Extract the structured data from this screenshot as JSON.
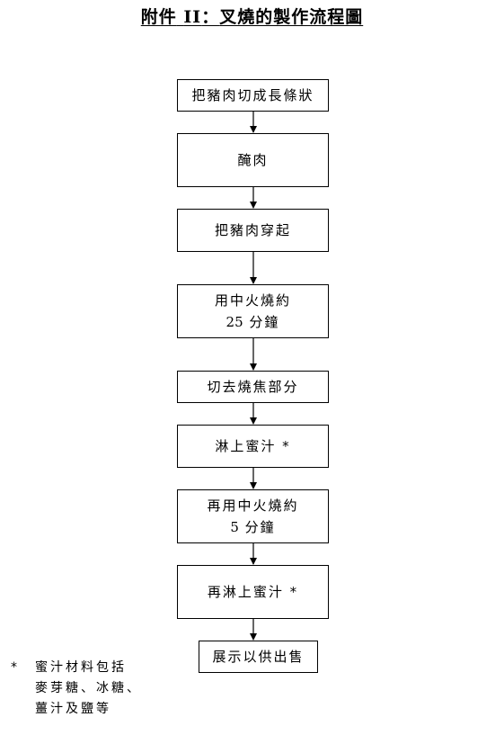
{
  "title": {
    "prefix": "附件",
    "roman": "II",
    "sep": "：",
    "main": "叉燒的製作流程圖"
  },
  "steps": [
    {
      "text": "把豬肉切成長條狀"
    },
    {
      "text": "醃肉"
    },
    {
      "text": "把豬肉穿起"
    },
    {
      "text": "用中火燒約",
      "num": "25",
      "unit": "分鐘"
    },
    {
      "text": "切去燒焦部分"
    },
    {
      "text": "淋上蜜汁",
      "mark": "*"
    },
    {
      "text": "再用中火燒約",
      "num": "5",
      "unit": "分鐘"
    },
    {
      "text": "再淋上蜜汁",
      "mark": "*"
    },
    {
      "text": "展示以供出售"
    }
  ],
  "note": {
    "mark": "*",
    "lines": [
      "蜜汁材料包括",
      "麥芽糖、冰糖、",
      "薑汁及鹽等"
    ]
  }
}
